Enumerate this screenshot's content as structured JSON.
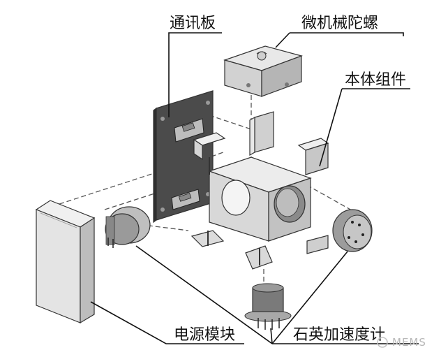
{
  "labels": {
    "comm_board": "通讯板",
    "mems_gyro": "微机械陀螺",
    "body_assembly": "本体组件",
    "power_module": "电源模块",
    "quartz_accelerometer": "石英加速度计"
  },
  "watermark": "MEMS",
  "colors": {
    "line": "#111111",
    "part_light": "#e6e6e6",
    "part_mid": "#c9c9c9",
    "part_dark": "#6a6a6a",
    "board": "#4a4a4a"
  }
}
